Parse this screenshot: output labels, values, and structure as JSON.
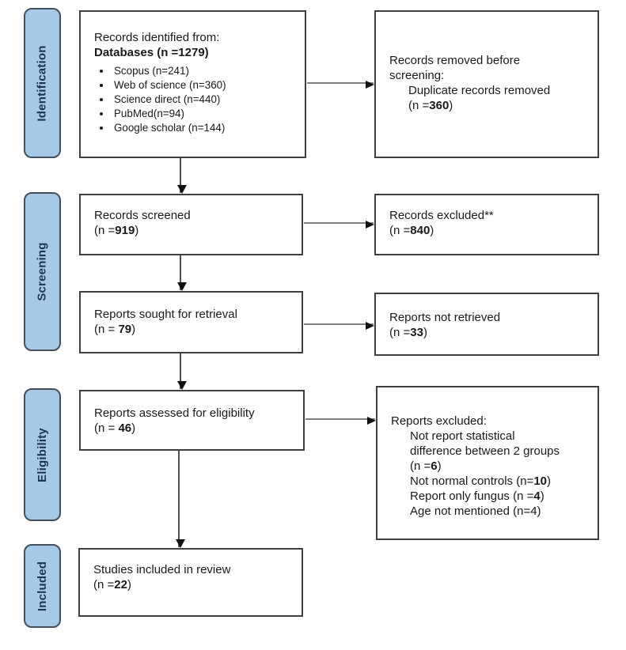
{
  "palette": {
    "stage_fill": "#A6C9E8",
    "stage_border": "#44505C",
    "stage_text": "#1E3550",
    "box_border": "#3F3F3F",
    "text": "#1A1A1A",
    "arrow_line": "#7F7F7F",
    "arrow_head": "#111111",
    "background": "#FFFFFF"
  },
  "sidebar": {
    "stages": [
      {
        "id": "identification",
        "label": "Identification"
      },
      {
        "id": "screening",
        "label": "Screening"
      },
      {
        "id": "eligibility",
        "label": "Eligibility"
      },
      {
        "id": "included",
        "label": "Included"
      }
    ]
  },
  "boxes": {
    "identified": {
      "lines": [
        {
          "seg": [
            {
              "t": "Records identified from:"
            }
          ]
        },
        {
          "seg": [
            {
              "t": "Databases (n =1279)",
              "b": true
            }
          ]
        }
      ],
      "bullets": [
        "Scopus (n=241)",
        "Web of science (n=360)",
        "Science direct (n=440)",
        "PubMed(n=94)",
        "Google scholar (n=144)"
      ]
    },
    "removed": {
      "lines": [
        {
          "seg": [
            {
              "t": "Records removed before"
            }
          ]
        },
        {
          "seg": [
            {
              "t": "screening:"
            }
          ]
        },
        {
          "indent": 1,
          "seg": [
            {
              "t": "Duplicate records removed"
            }
          ]
        },
        {
          "indent": 1,
          "seg": [
            {
              "t": "(n ="
            },
            {
              "t": "360",
              "b": true
            },
            {
              "t": ")"
            }
          ]
        }
      ]
    },
    "screened": {
      "lines": [
        {
          "seg": [
            {
              "t": "Records screened"
            }
          ]
        },
        {
          "seg": [
            {
              "t": "(n ="
            },
            {
              "t": "919",
              "b": true
            },
            {
              "t": ")"
            }
          ]
        }
      ]
    },
    "records_excluded": {
      "lines": [
        {
          "seg": [
            {
              "t": "Records excluded**"
            }
          ]
        },
        {
          "seg": [
            {
              "t": "(n ="
            },
            {
              "t": "840",
              "b": true
            },
            {
              "t": ")"
            }
          ]
        }
      ]
    },
    "sought": {
      "lines": [
        {
          "seg": [
            {
              "t": "Reports sought for retrieval"
            }
          ]
        },
        {
          "seg": [
            {
              "t": "(n = "
            },
            {
              "t": "79",
              "b": true
            },
            {
              "t": ")"
            }
          ]
        }
      ]
    },
    "not_retrieved": {
      "lines": [
        {
          "seg": [
            {
              "t": "Reports not retrieved"
            }
          ]
        },
        {
          "seg": [
            {
              "t": "(n ="
            },
            {
              "t": "33",
              "b": true
            },
            {
              "t": ")"
            }
          ]
        }
      ]
    },
    "assessed": {
      "lines": [
        {
          "seg": [
            {
              "t": "Reports assessed for eligibility"
            }
          ]
        },
        {
          "seg": [
            {
              "t": "(n = "
            },
            {
              "t": "46",
              "b": true
            },
            {
              "t": ")"
            }
          ]
        }
      ]
    },
    "reports_excluded": {
      "lines": [
        {
          "seg": [
            {
              "t": "Reports excluded:"
            }
          ]
        },
        {
          "indent": 1,
          "seg": [
            {
              "t": "Not report statistical"
            }
          ]
        },
        {
          "indent": 1,
          "seg": [
            {
              "t": "difference between 2 groups"
            }
          ]
        },
        {
          "indent": 1,
          "seg": [
            {
              "t": "(n ="
            },
            {
              "t": "6",
              "b": true
            },
            {
              "t": ")"
            }
          ]
        },
        {
          "indent": 1,
          "seg": [
            {
              "t": "Not normal controls (n="
            },
            {
              "t": "10",
              "b": true
            },
            {
              "t": ")"
            }
          ]
        },
        {
          "indent": 1,
          "seg": [
            {
              "t": "Report only fungus (n ="
            },
            {
              "t": "4",
              "b": true
            },
            {
              "t": ")"
            }
          ]
        },
        {
          "indent": 1,
          "seg": [
            {
              "t": "Age not mentioned (n=4)"
            }
          ]
        }
      ]
    },
    "included_studies": {
      "lines": [
        {
          "seg": [
            {
              "t": "Studies included in review"
            }
          ]
        },
        {
          "seg": [
            {
              "t": "(n ="
            },
            {
              "t": "22",
              "b": true
            },
            {
              "t": ")"
            }
          ]
        }
      ]
    }
  }
}
